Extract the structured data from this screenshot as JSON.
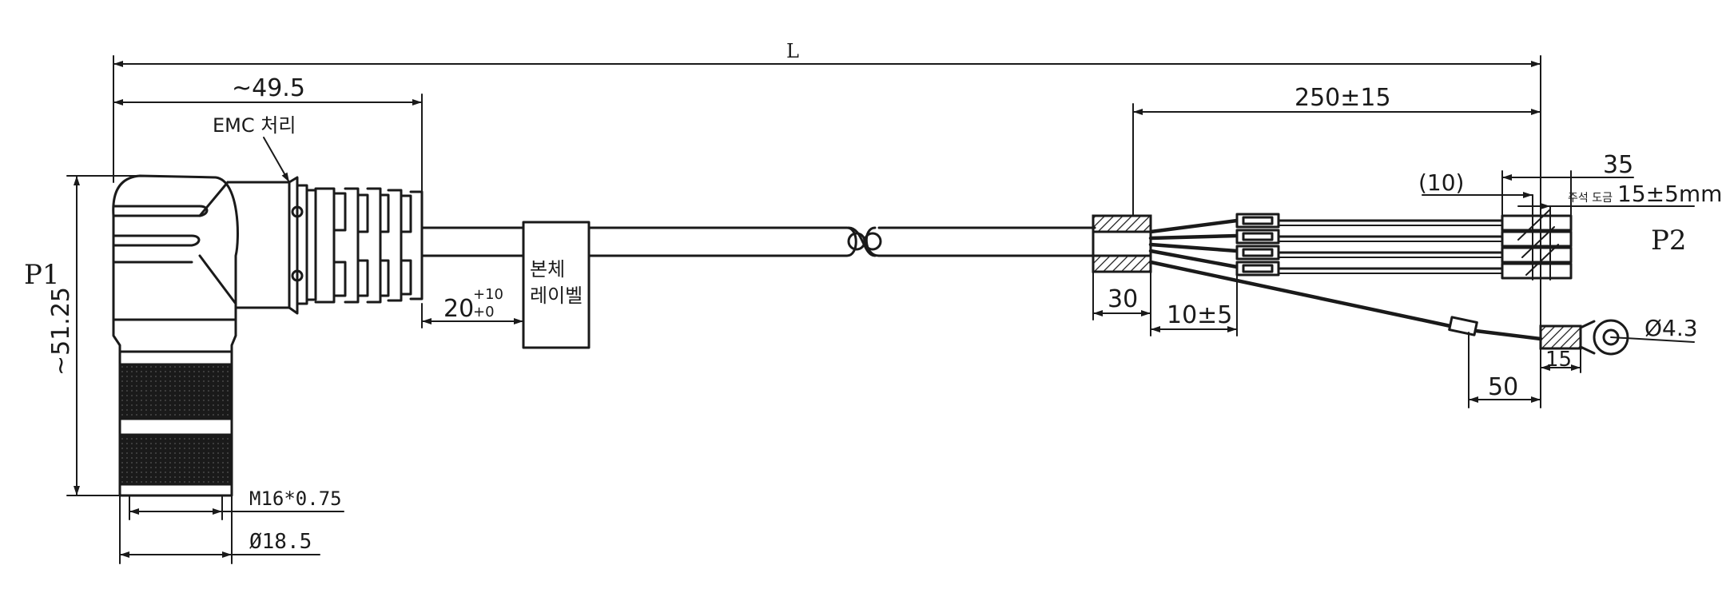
{
  "drawing": {
    "labels": {
      "p1": "P1",
      "p2": "P2",
      "length_total": "L",
      "length_connector": "~49.5",
      "emc": "EMC 처리",
      "height_connector": "~51.25",
      "thread": "M16*0.75",
      "diameter_nut": "Ø18.5",
      "label_offset_base": "20",
      "label_offset_plus": "+10",
      "label_offset_minus": "+0",
      "body_label_line1": "본체",
      "body_label_line2": "레이벨",
      "breakout_length": "250±15",
      "sleeve_length": "30",
      "sleeve_to_terminal": "10±5",
      "strip_total": "35",
      "strip_inner": "(10)",
      "tin_note": "주석 도금",
      "tin_length": "15±5mm",
      "ring_diameter": "Ø4.3",
      "ring_sleeve": "15",
      "ring_marker": "50"
    },
    "colors": {
      "ink": "#1a1a1a",
      "background": "#ffffff"
    }
  }
}
